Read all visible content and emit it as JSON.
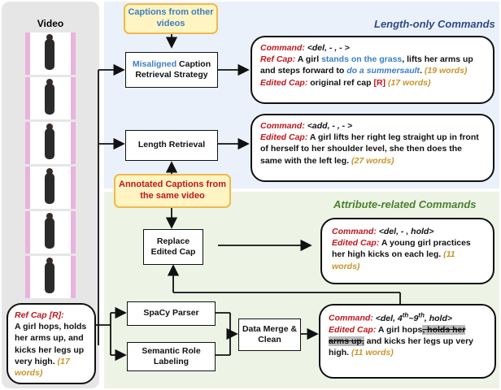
{
  "video_label": "Video",
  "sections": {
    "length_only": "Length-only Commands",
    "attribute_related": "Attribute-related Commands"
  },
  "captions_other": "Captions from other videos",
  "annotated_captions": "Annotated Captions from the same video",
  "strategy": {
    "misaligned": "Misaligned",
    "rest": " Caption Retrieval Strategy"
  },
  "length_retrieval": "Length Retrieval",
  "replace_edited": "Replace Edited Cap",
  "spacy": "SpaCy Parser",
  "semantic_role": "Semantic Role Labeling",
  "data_merge": "Data Merge & Clean",
  "ref_box": {
    "label": "Ref Cap [R]:",
    "text": "A girl hops, holds her arms up, and kicks her legs up very high.",
    "count": "(17 words)"
  },
  "out1": {
    "cmd_label": "Command:",
    "cmd": "<del, - , - >",
    "ref_label": "Ref Cap:",
    "ref_a": "A girl ",
    "ref_b": "stands on the grass",
    "ref_c": ", lifts her arms up and steps forward to ",
    "ref_d": "do a summersault",
    "ref_e": ".",
    "ref_count": "(19 words)",
    "edit_label": "Edited Cap:",
    "edit_text": "original ref cap ",
    "edit_r": "[R]",
    "edit_count": "(17 words)"
  },
  "out2": {
    "cmd_label": "Command:",
    "cmd": "<add, - , - >",
    "edit_label": "Edited Cap:",
    "edit_text": "A girl lifts her right leg straight up in front of herself to her shoulder level, she then does the same with the left leg.",
    "edit_count": "(27 words)"
  },
  "out3": {
    "cmd_label": "Command:",
    "cmd": "<del, - , hold>",
    "edit_label": "Edited Cap:",
    "edit_text": "A young girl practices her high kicks on each leg.",
    "edit_count": "(11 words)"
  },
  "out4": {
    "cmd_label": "Command:",
    "cmd_a": "<del, 4",
    "sup1": "th",
    "cmd_b": "~9",
    "sup2": "th",
    "cmd_c": ", hold>",
    "edit_label": "Edited Cap:",
    "t1": "A girl hops",
    "t2": ", holds her arms up,",
    "t3": " and kicks her legs up very high.",
    "edit_count": "(11 words)"
  },
  "colors": {
    "caption_red": "#c0161b",
    "word_count_gold": "#c8952a",
    "highlight_blue": "#3c7ec4",
    "yellow_fill": "#fff4c2",
    "yellow_border": "#f0b94a"
  }
}
